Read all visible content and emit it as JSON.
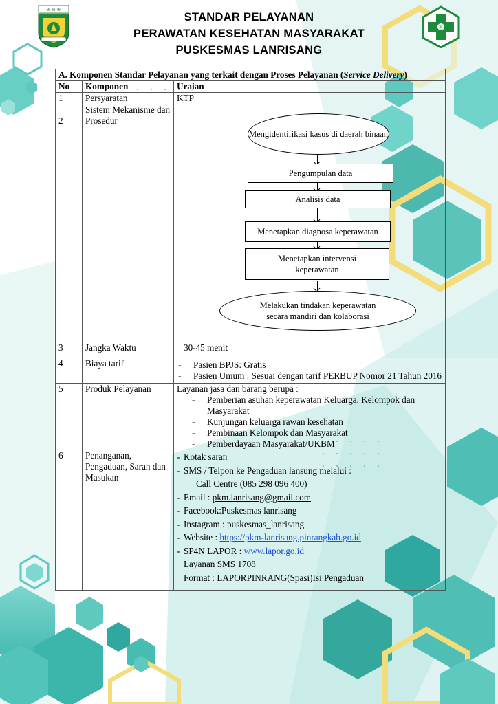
{
  "header": {
    "line1": "STANDAR PELAYANAN",
    "line2": "PERAWATAN KESEHATAN MASYARAKAT",
    "line3": "PUSKESMAS LANRISANG"
  },
  "section": {
    "title_main": "A. Komponen Standar Pelayanan yang terkait dengan Proses Pelayanan (",
    "title_italic": "Service Delivery",
    "title_end": ")"
  },
  "table": {
    "col_no": "No",
    "col_komponen": "Komponen",
    "col_uraian": "Uraian"
  },
  "rows": {
    "r1": {
      "no": "1",
      "komponen": "Persyaratan",
      "uraian": "KTP"
    },
    "r2": {
      "no": "2",
      "komponen": "Sistem Mekanisme dan Prosedur"
    },
    "r3": {
      "no": "3",
      "komponen": "Jangka Waktu",
      "uraian": "30-45 menit"
    },
    "r4": {
      "no": "4",
      "komponen": "Biaya tarif",
      "items": [
        "Pasien BPJS: Gratis",
        "Pasien Umum : Sesuai dengan tarif PERBUP Nomor 21 Tahun 2016"
      ]
    },
    "r5": {
      "no": "5",
      "komponen": "Produk Pelayanan",
      "intro": "Layanan jasa dan barang berupa :",
      "items": [
        "Pemberian asuhan keperawatan Keluarga, Kelompok dan Masyarakat",
        "Kunjungan keluarga rawan kesehatan",
        "Pembinaan Kelompok dan Masyarakat",
        "Pemberdayaan Masyarakat/UKBM"
      ]
    },
    "r6": {
      "no": "6",
      "komponen": "Penanganan, Pengaduan, Saran dan Masukan",
      "kotak": "Kotak saran",
      "sms": "SMS / Telpon ke Pengaduan lansung melalui :",
      "callcentre": "Call Centre  (085 298 096 400)",
      "email_label": "Email : ",
      "email": "pkm.lanrisang@gmail.com",
      "facebook": "Facebook:Puskesmas lanrisang",
      "instagram": "Instagram : puskesmas_lanrisang",
      "website_label": "Website : ",
      "website": "https://pkm-lanrisang.pinrangkab.go.id",
      "sp4n_label": "SP4N LAPOR : ",
      "sp4n": "www.lapor.go.id",
      "layanan_sms": "Layanan SMS 1708",
      "format": "Format : LAPORPINRANG(Spasi)Isi Pengaduan"
    }
  },
  "flowchart": {
    "step1": "Mengidentifikasi kasus di daerah binaan",
    "step2": "Pengumpulan data",
    "step3": "Analisis data",
    "step4": "Menetapkan diagnosa keperawatan",
    "step5": "Menetapkan intervensi keperawatan",
    "step6": "Melakukan tindakan keperawatan secara mandiri dan kolaborasi"
  },
  "colors": {
    "teal": "#5fc9c0",
    "teal_dark": "#2a9d96",
    "yellow": "#f3dc7a",
    "green_logo": "#1e8a3c"
  },
  "icons": {
    "left_logo": "pinrang-regency-crest-icon",
    "right_logo": "puskesmas-cross-icon"
  }
}
